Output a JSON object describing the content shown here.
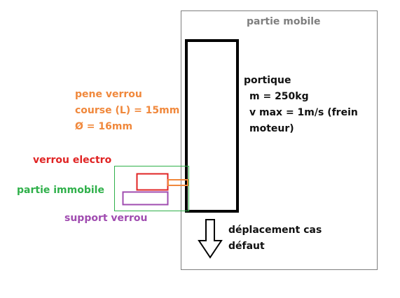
{
  "labels": {
    "moving_part": "partie mobile",
    "gantry_title": "portique",
    "gantry_mass": "m = 250kg",
    "gantry_speed": "v max = 1m/s (frein",
    "gantry_speed_cont": "moteur)",
    "bolt_title": "pene verrou",
    "bolt_stroke": "course (L) = 15mm",
    "bolt_diameter": "Ø = 16mm",
    "electro_lock": "verrou electro",
    "fixed_part": "partie immobile",
    "lock_support": "support verrou",
    "fault_move_1": "déplacement cas",
    "fault_move_2": "défaut"
  },
  "colors": {
    "frame_gray": "#7f7f7f",
    "gantry_black": "#000000",
    "bolt_orange": "#f0883c",
    "lock_red": "#e02424",
    "fixed_green": "#2fb04a",
    "support_purple": "#a04cb0"
  }
}
